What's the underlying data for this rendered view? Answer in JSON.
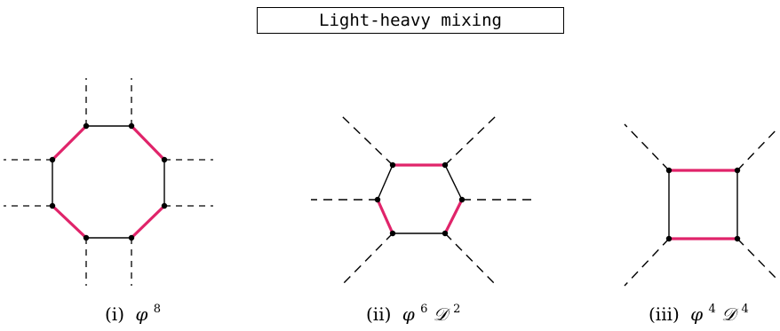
{
  "title": "Light-heavy mixing",
  "colors": {
    "heavy": "#e0246a",
    "light": "#000000",
    "external": "#000000"
  },
  "diagrams": [
    {
      "label": "(i)",
      "field": "φ",
      "field_power": "8",
      "operator": "",
      "operator_power": ""
    },
    {
      "label": "(ii)",
      "field": "φ",
      "field_power": "6",
      "operator": "𝒟",
      "operator_power": "2"
    },
    {
      "label": "(iii)",
      "field": "φ",
      "field_power": "4",
      "operator": "𝒟",
      "operator_power": "4"
    }
  ]
}
